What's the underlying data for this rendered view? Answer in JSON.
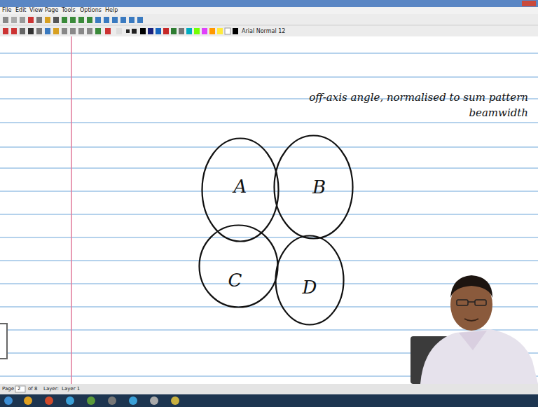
{
  "diagram": {
    "nodes": [
      {
        "text": [
          "A"
        ]
      },
      {
        "text": [
          "B"
        ]
      },
      {
        "text": [
          "C"
        ]
      },
      {
        "text": [
          "D"
        ]
      }
    ],
    "labels": [
      "off-axis angle, normalised to sum pattern beamwidth",
      "File",
      "Edit",
      "View",
      "Page",
      "Tools",
      "Options",
      "Help",
      "Arial Normal 12",
      "Page",
      "2",
      "of 8",
      "Layer:",
      "Layer 1"
    ]
  }
}
